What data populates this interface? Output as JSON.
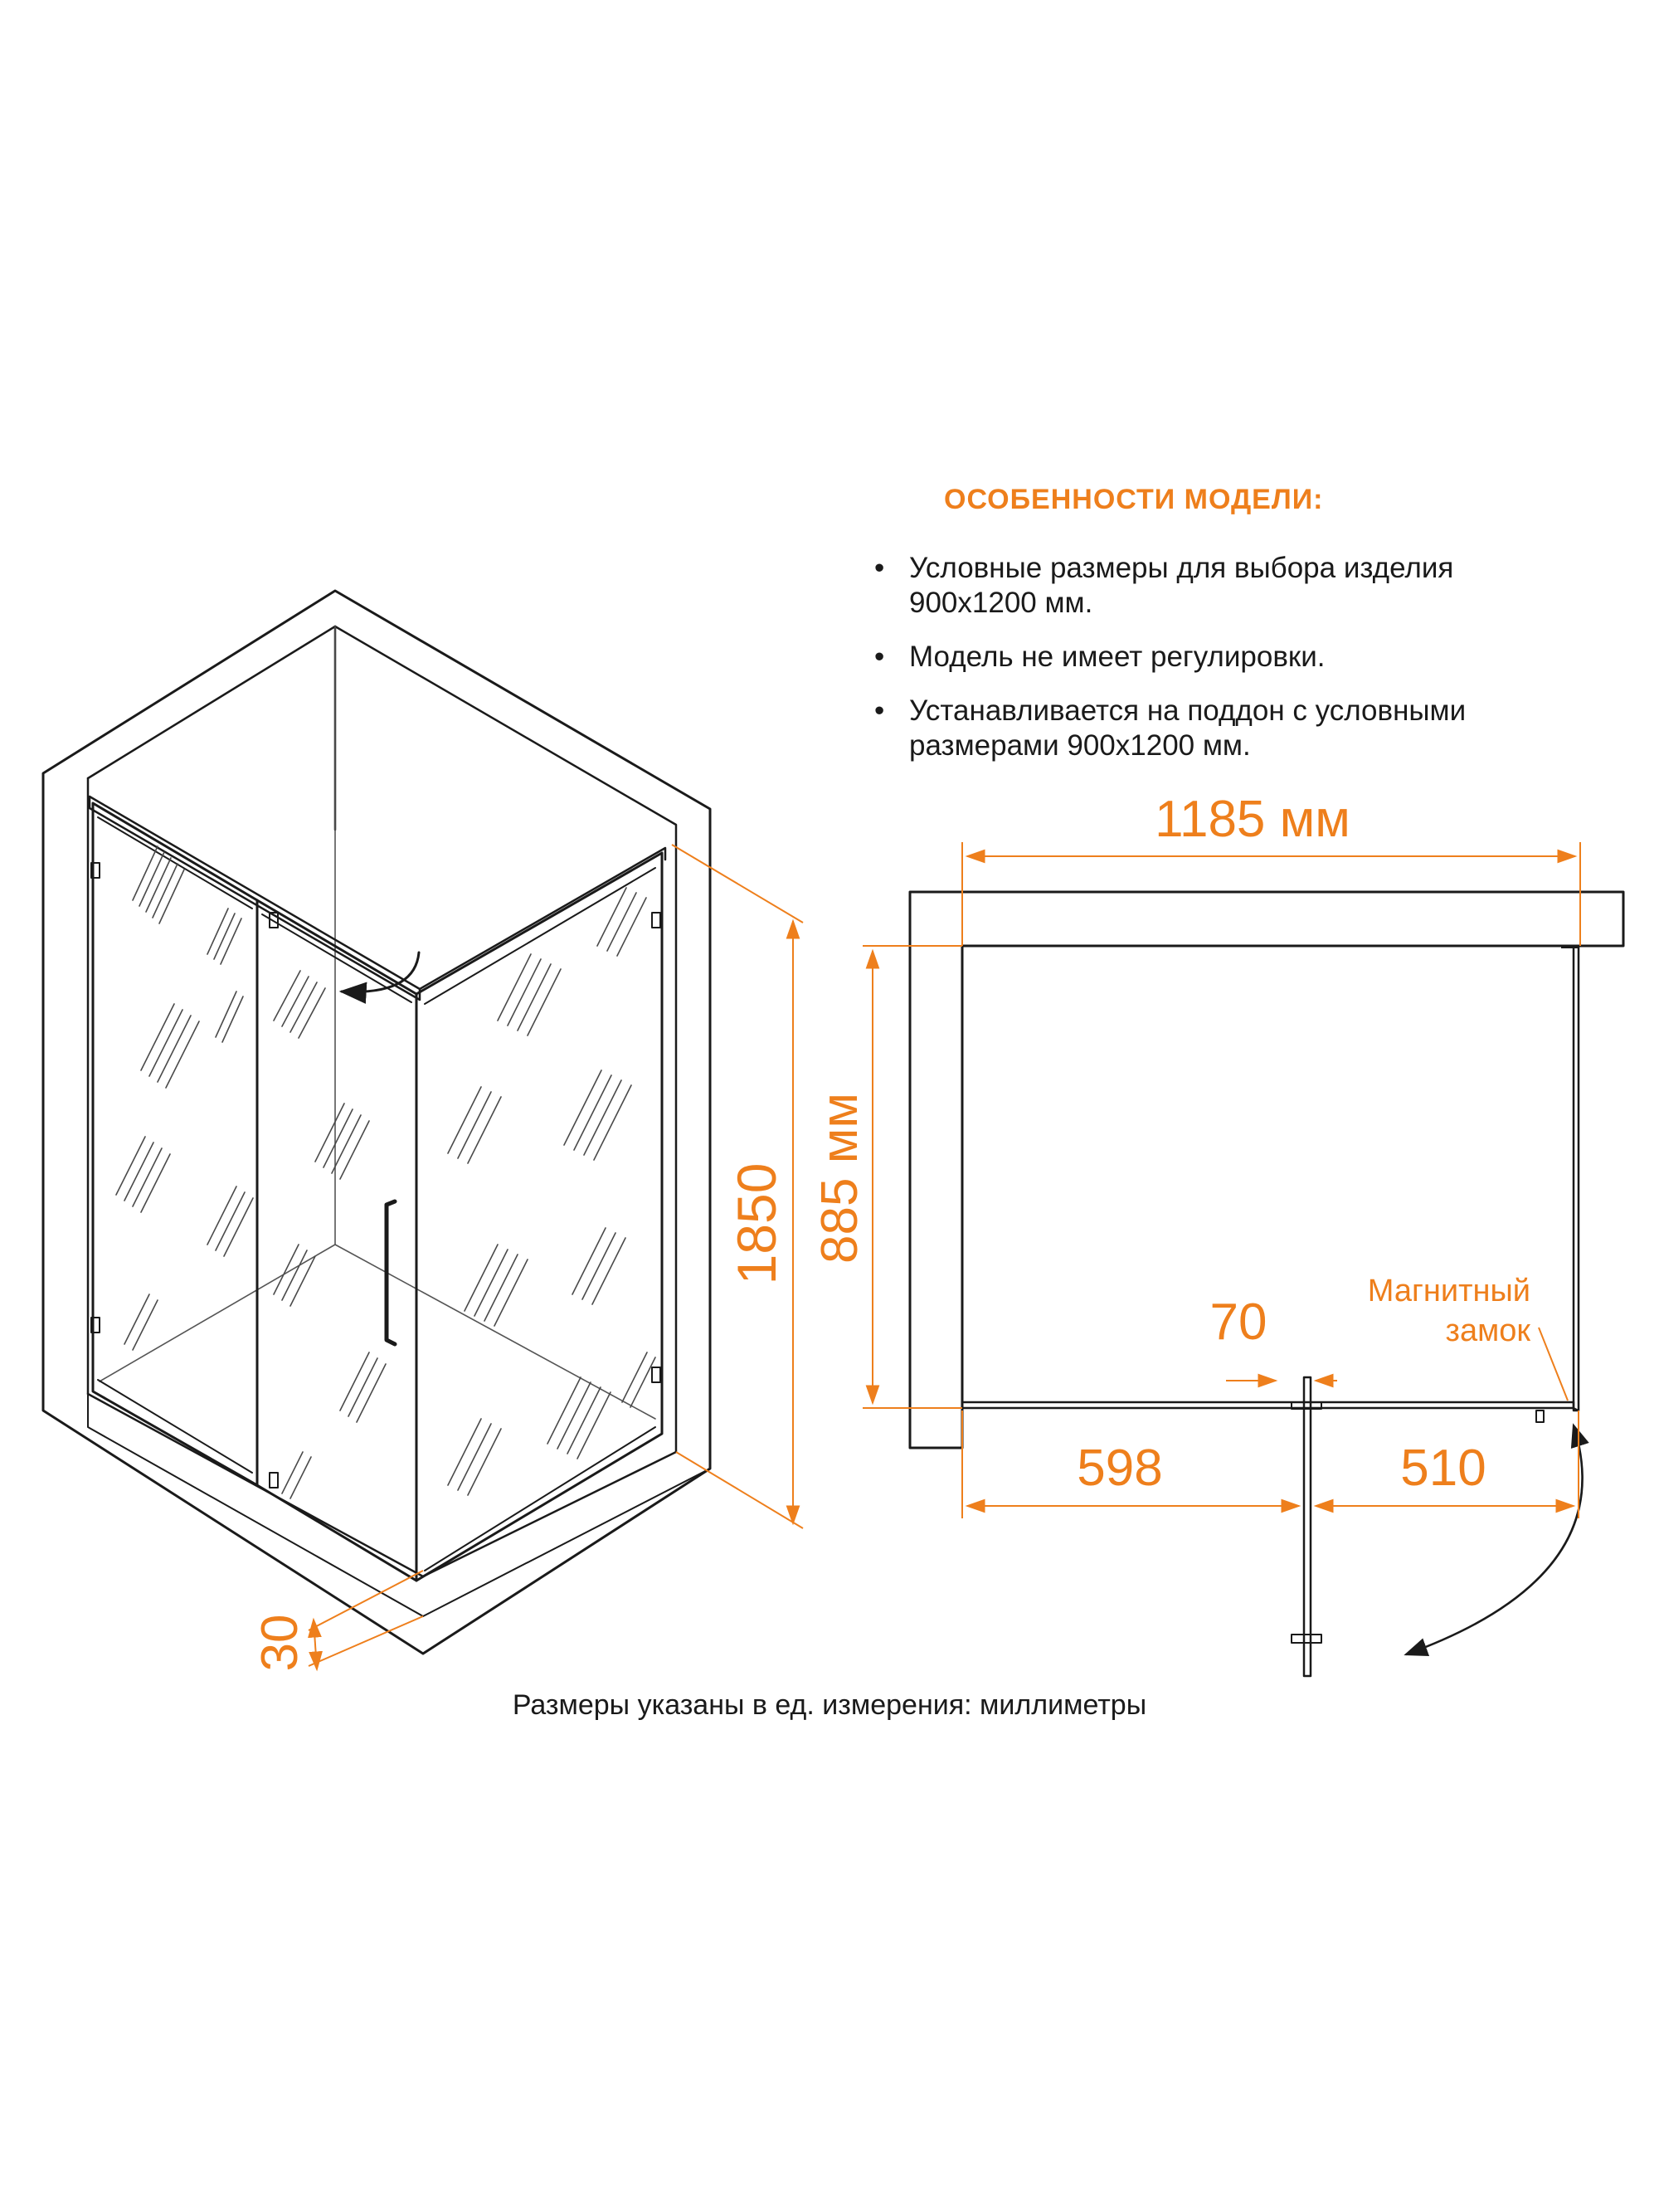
{
  "features": {
    "title": "ОСОБЕННОСТИ МОДЕЛИ:",
    "items": [
      "Условные размеры для выбора изделия 900x1200 мм.",
      "Модель не имеет регулировки.",
      "Устанавливается на поддон с условными размерами 900x1200 мм."
    ]
  },
  "iso_view": {
    "height_dim": "1850",
    "base_dim": "30"
  },
  "plan_view": {
    "width_dim": "1185 мм",
    "depth_dim": "885 мм",
    "left_dim": "598",
    "right_dim": "510",
    "gap_dim": "70",
    "lock_label_line1": "Магнитный",
    "lock_label_line2": "замок"
  },
  "footnote": "Размеры указаны в ед. измерения: миллиметры",
  "colors": {
    "accent": "#ee7f1c",
    "line": "#1a1a1a"
  }
}
